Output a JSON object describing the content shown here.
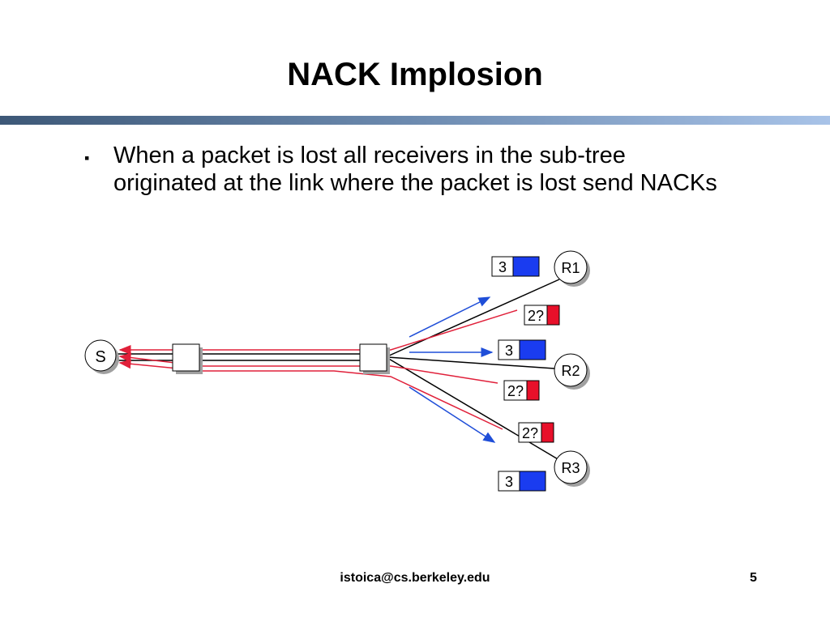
{
  "slide": {
    "title": "NACK Implosion",
    "bullet": "When a packet is lost all receivers in the sub-tree originated at the link where the packet is lost send NACKs",
    "footer_email": "istoica@cs.berkeley.edu",
    "page_number": "5"
  },
  "diagram": {
    "nodes": {
      "source": "S",
      "r1": "R1",
      "r2": "R2",
      "r3": "R3"
    },
    "packets": {
      "r1_packet": "3",
      "r2_packet": "3",
      "r3_packet": "3"
    },
    "nacks": {
      "r1_nack": "2?",
      "r2_nack": "2?",
      "r3_nack": "2?"
    },
    "colors": {
      "data_packet": "#1a3cf0",
      "nack": "#e8102a",
      "forward_arrow": "#1f4ed8",
      "nack_path": "#e0203a"
    }
  }
}
